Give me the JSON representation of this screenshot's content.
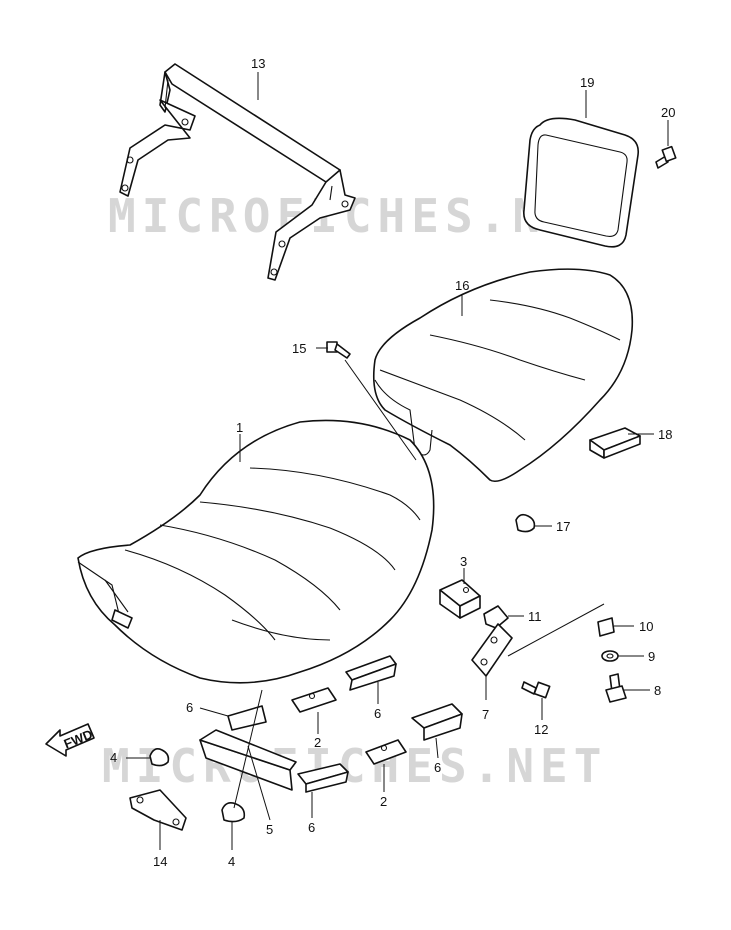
{
  "watermark": {
    "top": "MICROFICHES.NET",
    "bottom": "MICROFICHES.NET"
  },
  "fwd_label": "FWD",
  "callouts": [
    {
      "id": "c1",
      "label": "1"
    },
    {
      "id": "c2a",
      "label": "2"
    },
    {
      "id": "c2b",
      "label": "2"
    },
    {
      "id": "c3",
      "label": "3"
    },
    {
      "id": "c4a",
      "label": "4"
    },
    {
      "id": "c4b",
      "label": "4"
    },
    {
      "id": "c5",
      "label": "5"
    },
    {
      "id": "c6a",
      "label": "6"
    },
    {
      "id": "c6b",
      "label": "6"
    },
    {
      "id": "c6c",
      "label": "6"
    },
    {
      "id": "c6d",
      "label": "6"
    },
    {
      "id": "c7",
      "label": "7"
    },
    {
      "id": "c8",
      "label": "8"
    },
    {
      "id": "c9",
      "label": "9"
    },
    {
      "id": "c10",
      "label": "10"
    },
    {
      "id": "c11",
      "label": "11"
    },
    {
      "id": "c12",
      "label": "12"
    },
    {
      "id": "c13",
      "label": "13"
    },
    {
      "id": "c14",
      "label": "14"
    },
    {
      "id": "c15",
      "label": "15"
    },
    {
      "id": "c16",
      "label": "16"
    },
    {
      "id": "c17",
      "label": "17"
    },
    {
      "id": "c18",
      "label": "18"
    },
    {
      "id": "c19",
      "label": "19"
    },
    {
      "id": "c20",
      "label": "20"
    }
  ]
}
